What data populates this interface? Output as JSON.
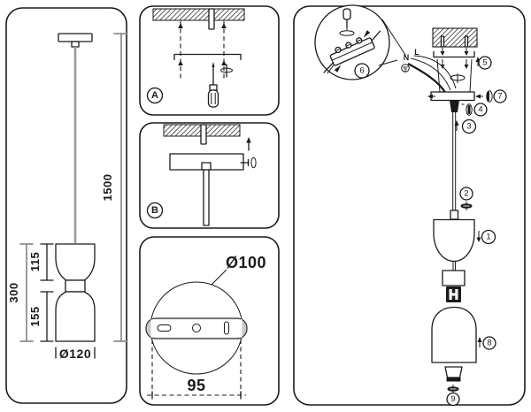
{
  "colors": {
    "ink": "#1a1a1a",
    "gray_dim": "#8f8f8f",
    "cable_gray": "#9a9a9a"
  },
  "left_panel": {
    "drop_total": "1500",
    "body_height": "300",
    "upper_shade_height": "115",
    "lower_shade_height": "155",
    "shade_diameter": "Ø120"
  },
  "step_a": {
    "label": "A"
  },
  "step_b": {
    "label": "B"
  },
  "canopy_detail": {
    "diameter": "Ø100",
    "hole_spacing": "95"
  },
  "assembly": {
    "neutral_label": "N",
    "live_label": "L",
    "parts": {
      "p1": "1",
      "p2": "2",
      "p3": "3",
      "p4": "4",
      "p5": "5",
      "p6": "6",
      "p7": "7",
      "p8": "8",
      "p9": "9"
    }
  }
}
